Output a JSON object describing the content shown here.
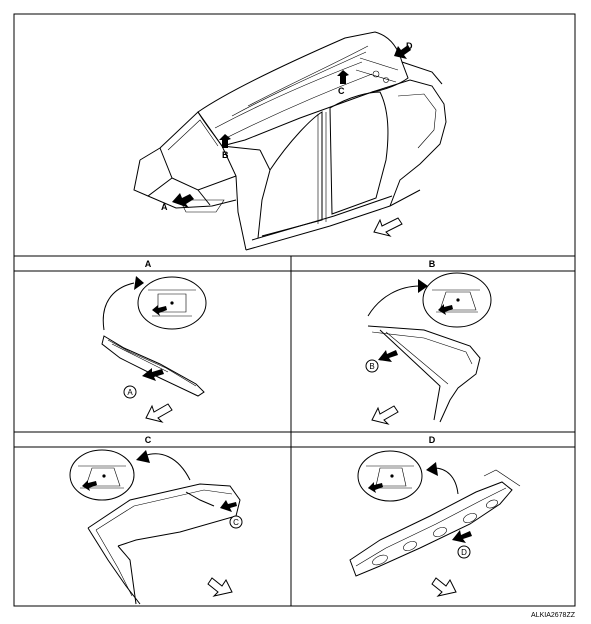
{
  "overview": {
    "callouts": {
      "a": "A",
      "b": "B",
      "c": "C",
      "d": "D"
    }
  },
  "panels": [
    {
      "title": "A",
      "callout": "A"
    },
    {
      "title": "B",
      "callout": "B"
    },
    {
      "title": "C",
      "callout": "C"
    },
    {
      "title": "D",
      "callout": "D"
    }
  ],
  "reference_code": "ALKIA2678ZZ"
}
